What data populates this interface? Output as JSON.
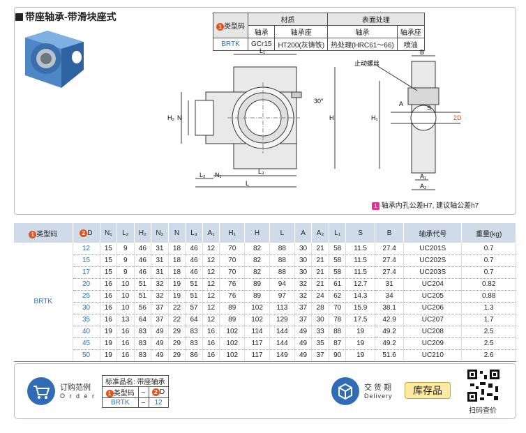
{
  "title": "带座轴承-带滑块座式",
  "material_table": {
    "header_type": "类型码",
    "header_material": "材质",
    "header_surface": "表面处理",
    "sub": [
      "轴承",
      "轴承座",
      "轴承",
      "轴承座"
    ],
    "type": "BRTK",
    "values": [
      "GCr15",
      "HT200(灰铸铁)",
      "热处理(HRC61～66)",
      "喷油"
    ],
    "num1": "1"
  },
  "drawing": {
    "L1": "L₁",
    "H2": "H₂",
    "N": "N",
    "H": "H",
    "angle": "30°",
    "L2": "L₂",
    "N1": "N₁",
    "L3": "L₃",
    "L": "L",
    "B": "B",
    "setscrew": "止动螺丝",
    "A": "A",
    "S": "S",
    "H1": "H₁",
    "A1": "A₁",
    "A2": "A₂",
    "d": "2D"
  },
  "note": "轴承内孔公差H7, 建议轴公差h7",
  "note_icon": "1",
  "spec": {
    "headers": [
      "类型码",
      "D",
      "N₁",
      "L₂",
      "H₂",
      "N₂",
      "N",
      "L₃",
      "A₁",
      "H₁",
      "H",
      "L",
      "A",
      "A₂",
      "L₁",
      "S",
      "B",
      "轴承代号",
      "重量(kg)"
    ],
    "type": "BRTK",
    "rows": [
      [
        "12",
        "15",
        "9",
        "46",
        "31",
        "18",
        "46",
        "12",
        "70",
        "82",
        "88",
        "30",
        "21",
        "58",
        "11.5",
        "27.4",
        "UC201S",
        "0.7"
      ],
      [
        "15",
        "15",
        "9",
        "46",
        "31",
        "18",
        "46",
        "12",
        "70",
        "82",
        "88",
        "30",
        "21",
        "58",
        "11.5",
        "27.4",
        "UC202S",
        "0.7"
      ],
      [
        "17",
        "15",
        "9",
        "46",
        "31",
        "18",
        "46",
        "12",
        "70",
        "82",
        "88",
        "30",
        "21",
        "58",
        "11.5",
        "27.4",
        "UC203S",
        "0.7"
      ],
      [
        "20",
        "16",
        "10",
        "51",
        "32",
        "19",
        "51",
        "12",
        "76",
        "89",
        "94",
        "32",
        "21",
        "61",
        "12.7",
        "31",
        "UC204",
        "0.82"
      ],
      [
        "25",
        "16",
        "10",
        "51",
        "32",
        "19",
        "51",
        "12",
        "76",
        "89",
        "97",
        "32",
        "24",
        "62",
        "14.3",
        "34",
        "UC205",
        "0.88"
      ],
      [
        "30",
        "16",
        "10",
        "56",
        "37",
        "22",
        "57",
        "12",
        "89",
        "102",
        "113",
        "37",
        "28",
        "70",
        "15.9",
        "38.1",
        "UC206",
        "1.3"
      ],
      [
        "35",
        "16",
        "13",
        "64",
        "37",
        "22",
        "64",
        "12",
        "89",
        "102",
        "129",
        "37",
        "30",
        "78",
        "17.5",
        "42.9",
        "UC207",
        "1.7"
      ],
      [
        "40",
        "19",
        "16",
        "83",
        "49",
        "29",
        "83",
        "16",
        "102",
        "114",
        "144",
        "49",
        "33",
        "88",
        "19",
        "49.2",
        "UC208",
        "2.5"
      ],
      [
        "45",
        "19",
        "16",
        "83",
        "49",
        "29",
        "83",
        "16",
        "102",
        "117",
        "144",
        "49",
        "35",
        "87",
        "19",
        "49.2",
        "UC209",
        "2.5"
      ],
      [
        "50",
        "19",
        "16",
        "83",
        "49",
        "29",
        "86",
        "16",
        "102",
        "117",
        "149",
        "49",
        "37",
        "90",
        "19",
        "51.6",
        "UC210",
        "2.6"
      ]
    ]
  },
  "order": {
    "label_cn": "订购范例",
    "label_en": "O r d e r",
    "std_name": "标准品名: 带座轴承",
    "col1": "类型码",
    "col2": "D",
    "dash": "–",
    "val1": "BRTK",
    "val2": "12",
    "delivery_cn": "交 货 期",
    "delivery_en": "Delivery",
    "stock": "库存品",
    "qr_label": "扫码查价"
  },
  "colors": {
    "header_bg": "#cfdbe8",
    "accent_blue": "#2a6dbf",
    "orange": "#e8501a",
    "pink": "#e1309b",
    "stock_bg": "#fbe9a4"
  }
}
